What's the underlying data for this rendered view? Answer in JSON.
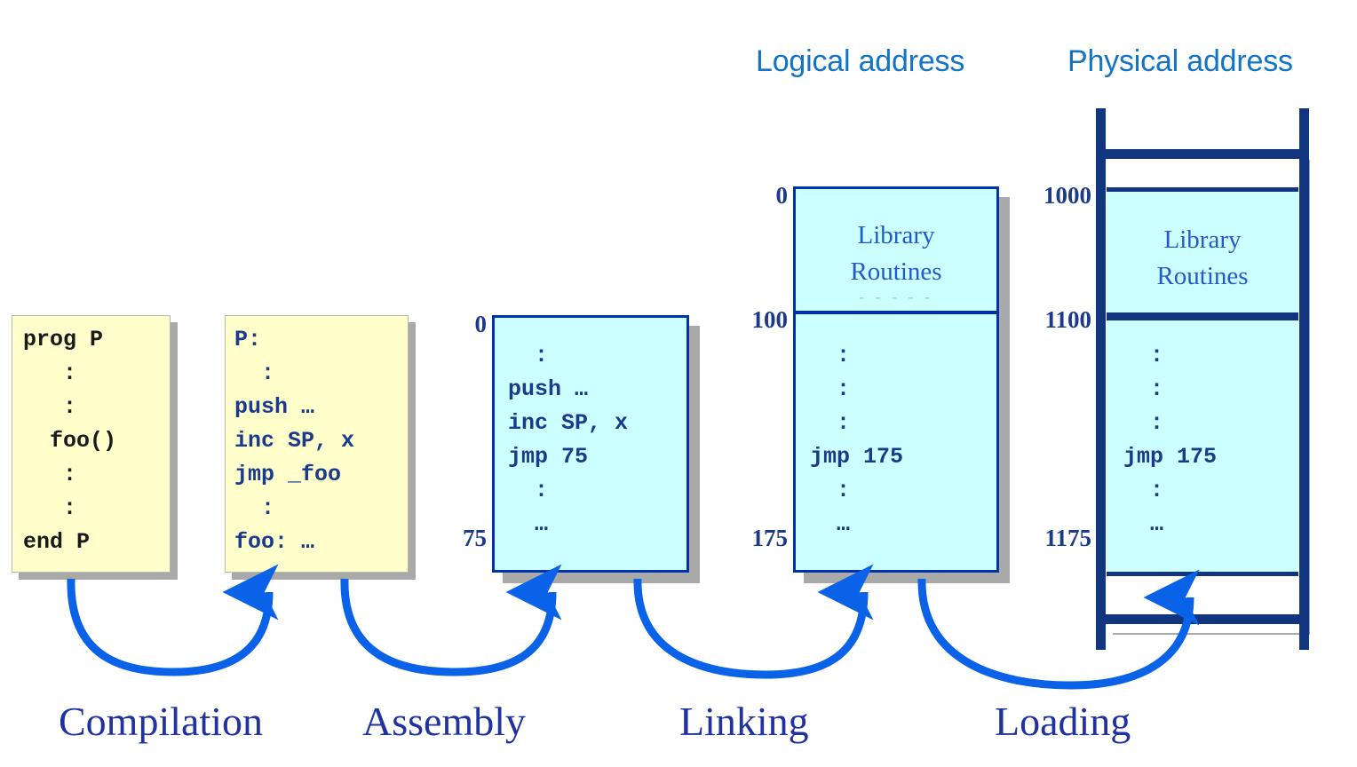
{
  "headers": {
    "logical": "Logical address",
    "physical": "Physical address"
  },
  "colors": {
    "accent_blue": "#1374c6",
    "arrow_blue": "#0a62e8",
    "navy": "#1b3a8c",
    "frame_navy": "#12357f",
    "box_border": "#0033aa",
    "cyan_fill": "#ccffff",
    "yellow_fill": "#ffffcc",
    "shadow_gray": "#a9a9a9",
    "label_blue": "#2031a0",
    "library_text": "#2459c9"
  },
  "boxes": {
    "source": {
      "name": "source-program",
      "lines": [
        "prog P",
        "   :",
        "   :",
        "  foo()",
        "   :",
        "   :",
        "end P"
      ]
    },
    "assembly": {
      "name": "assembly-program",
      "lines": [
        "P:",
        "  :",
        "push …",
        "inc SP, x",
        "jmp _foo",
        "  :",
        "foo: …"
      ]
    },
    "object": {
      "name": "object-module",
      "lines": [
        "  :",
        "push …",
        "inc SP, x",
        "jmp 75",
        "  :",
        "  …"
      ],
      "addr_top": "0",
      "addr_bottom": "75"
    },
    "load_module": {
      "name": "load-module",
      "library_caption": "Library\nRoutines",
      "library_dots": "- -   -   - -",
      "lines": [
        "  :",
        "  :",
        "  :",
        "jmp 175",
        "  :",
        "  …"
      ],
      "addr_top": "0",
      "addr_mid": "100",
      "addr_bottom": "175"
    },
    "memory": {
      "name": "physical-memory-image",
      "library_caption": "Library\nRoutines",
      "lines": [
        "  :",
        "  :",
        "  :",
        "jmp 175",
        "  :",
        "  …"
      ],
      "addr_top": "1000",
      "addr_mid": "1100",
      "addr_bottom": "1175"
    }
  },
  "stages": [
    {
      "id": "compilation",
      "label": "Compilation"
    },
    {
      "id": "assembly",
      "label": "Assembly"
    },
    {
      "id": "linking",
      "label": "Linking"
    },
    {
      "id": "loading",
      "label": "Loading"
    }
  ]
}
